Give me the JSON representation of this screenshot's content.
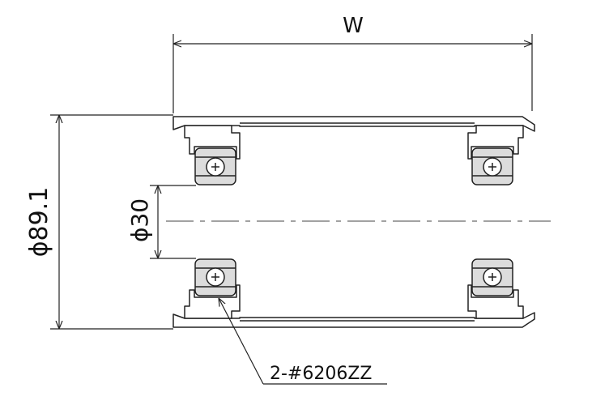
{
  "dimensions": {
    "width_label": "W",
    "outer_diameter": "ϕ89.1",
    "shaft_diameter": "ϕ30"
  },
  "callout": {
    "bearing": "2-#6206ZZ"
  },
  "colors": {
    "line": "#222222",
    "bearing_fill": "#dcdcdc",
    "centerline": "#444444"
  }
}
